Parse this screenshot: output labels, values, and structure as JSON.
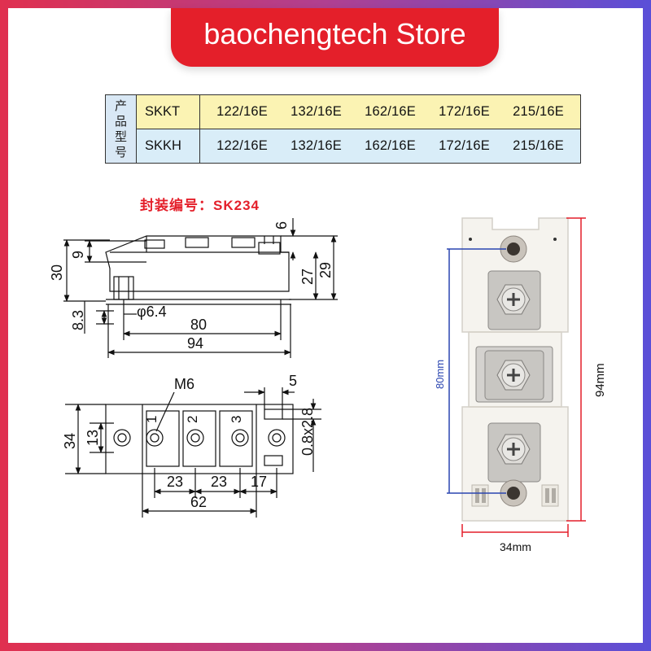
{
  "banner": {
    "title": "baochengtech Store"
  },
  "model_table": {
    "label_chars": [
      "产",
      "品",
      "型",
      "号"
    ],
    "rows": [
      {
        "series": "SKKT",
        "codes": [
          "122/16E",
          "132/16E",
          "162/16E",
          "172/16E",
          "215/16E"
        ],
        "color": "#fbf3b3"
      },
      {
        "series": "SKKH",
        "codes": [
          "122/16E",
          "132/16E",
          "162/16E",
          "172/16E",
          "215/16E"
        ],
        "color": "#d9edf8"
      }
    ]
  },
  "package": {
    "title": "封装编号：SK234"
  },
  "side_view_dims": {
    "d6": "6",
    "d9": "9",
    "d30": "30",
    "d27": "27",
    "d29": "29",
    "d8_3": "8.3",
    "phi": "φ6.4",
    "d80": "80",
    "d94": "94"
  },
  "top_view_dims": {
    "m6": "M6",
    "d5": "5",
    "d34": "34",
    "d13": "13",
    "d0_8x2_8": "0.8x2.8",
    "t1": "1",
    "t2": "2",
    "t3": "3",
    "d23a": "23",
    "d23b": "23",
    "d17": "17",
    "d62": "62"
  },
  "photo_dims": {
    "height": "80mm",
    "total": "94mm",
    "width": "34mm"
  },
  "colors": {
    "banner": "#e41f2a",
    "dim_blue": "#2a45b0",
    "dim_red": "#e41f2a"
  }
}
